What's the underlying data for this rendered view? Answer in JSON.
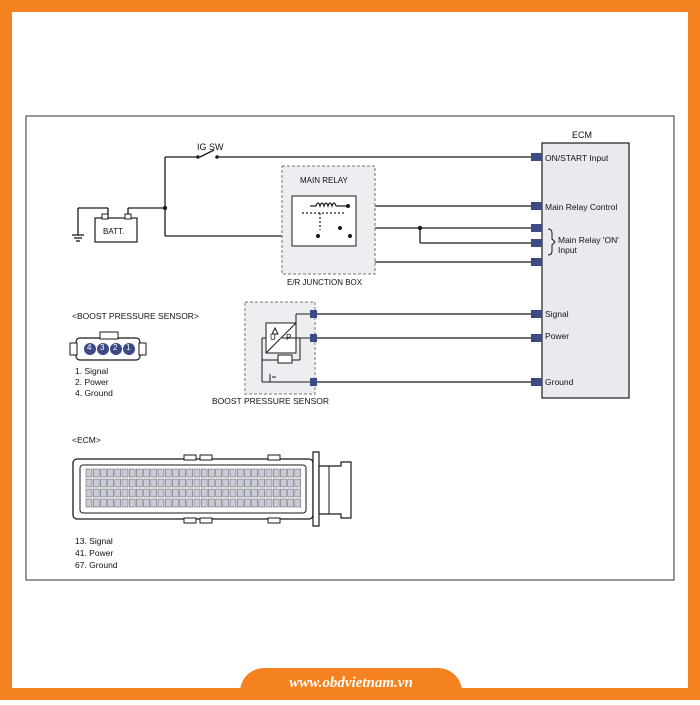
{
  "colors": {
    "border_orange": "#f58220",
    "line": "#1a1a1a",
    "ecm_fill": "#e9eaf0",
    "relay_box_fill": "#eceef2",
    "sensor_fill": "#eceef2",
    "pin_fill": "#3c4a86"
  },
  "diagram": {
    "ig_sw": "IG SW",
    "batt": "BATT.",
    "main_relay": "MAIN RELAY",
    "junction_box": "E/R JUNCTION BOX",
    "ecm_title": "ECM",
    "ecm_pins": {
      "on_start": "ON/START Input",
      "main_relay_control": "Main Relay Control",
      "main_relay_on_1": "Main Relay 'ON'",
      "main_relay_on_2": "Input",
      "signal": "Signal",
      "power": "Power",
      "ground": "Ground"
    },
    "sensor_label": "BOOST PRESSURE SENSOR",
    "sensor_symbol_u": "U",
    "sensor_symbol_p": "P"
  },
  "connector_sensor": {
    "title": "<BOOST PRESSURE SENSOR>",
    "pin_numbers": [
      "4",
      "3",
      "2",
      "1"
    ],
    "legend": [
      "1. Signal",
      "2. Power",
      "4. Ground"
    ]
  },
  "connector_ecm": {
    "title": "<ECM>",
    "legend": [
      "13. Signal",
      "41. Power",
      "67. Ground"
    ]
  },
  "footer": {
    "site": "www.obdvietnam.vn"
  }
}
